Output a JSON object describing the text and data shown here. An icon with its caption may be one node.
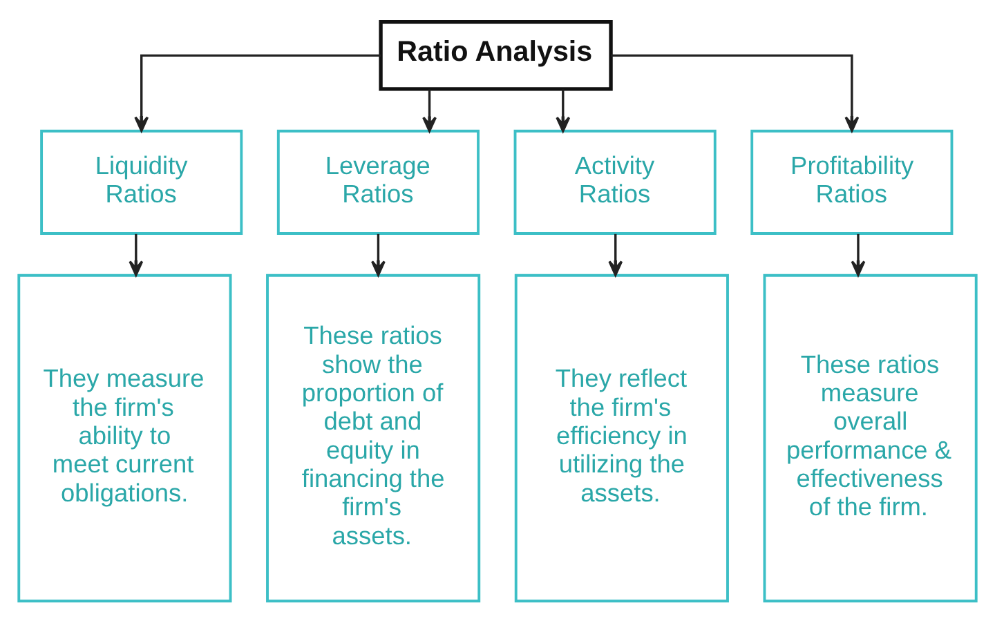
{
  "diagram": {
    "nodes": [
      {
        "text": [
          "Ratio Analysis"
        ]
      },
      {
        "text": [
          "Liquidity Ratios"
        ]
      },
      {
        "text": [
          "Leverage Ratios"
        ]
      },
      {
        "text": [
          "Activity Ratios"
        ]
      },
      {
        "text": [
          "Profitability Ratios"
        ]
      },
      {
        "text": [
          "They measure the firm's ability to meet current obligations."
        ]
      },
      {
        "text": [
          "These ratios show the proportion of debt and equity in financing the firm's assets."
        ]
      },
      {
        "text": [
          "They reflect the firm's efficiency in utilizing the assets."
        ]
      },
      {
        "text": [
          "These ratios measure overall performance & effectiveness of the firm."
        ]
      }
    ],
    "edges": [
      {
        "from": 0,
        "to": 1,
        "arrow": "to"
      },
      {
        "from": 0,
        "to": 2,
        "arrow": "to"
      },
      {
        "from": 0,
        "to": 3,
        "arrow": "to"
      },
      {
        "from": 0,
        "to": 4,
        "arrow": "to"
      },
      {
        "from": 1,
        "to": 5,
        "arrow": "to"
      },
      {
        "from": 2,
        "to": 6,
        "arrow": "to"
      },
      {
        "from": 3,
        "to": 7,
        "arrow": "to"
      },
      {
        "from": 4,
        "to": 8,
        "arrow": "to"
      }
    ]
  }
}
